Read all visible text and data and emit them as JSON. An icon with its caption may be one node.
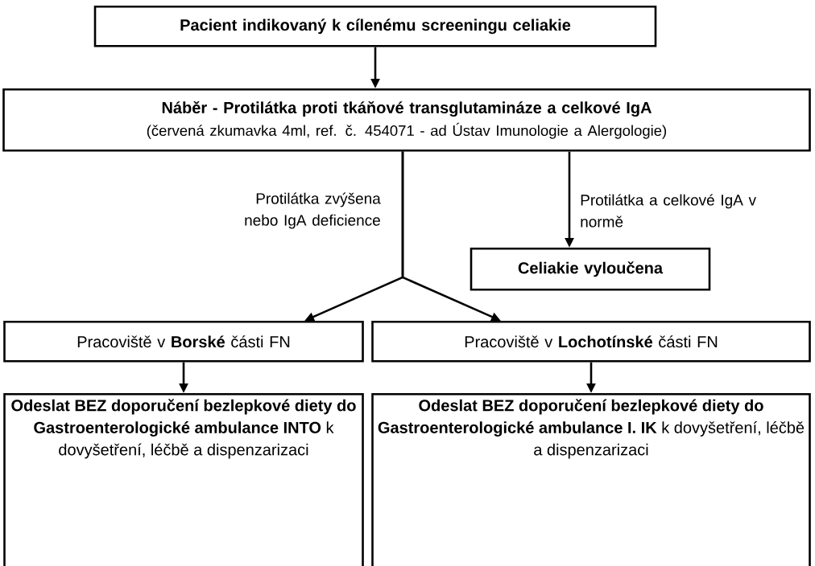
{
  "diagram": {
    "nodes": [
      {
        "text": [
          "Pacient indikovaný k cílenému screeningu celiakie"
        ]
      },
      {
        "text": [
          "Náběr - Protilátka proti tkáňové transglutamináze a celkové IgA",
          "(červená zkumavka 4ml, ref. č. 454071 - ad Ústav Imunologie a Alergologie)"
        ]
      },
      {
        "text": [
          "Celiakie vyloučena"
        ]
      },
      {
        "text": [
          "Pracoviště v **Borské** části FN"
        ]
      },
      {
        "text": [
          "Pracoviště v **Lochotínské** části FN"
        ]
      },
      {
        "text": [
          "**Odeslat BEZ doporučení bezlepkové diety do Gastroenterologické ambulance INTO** k dovyšetření, léčbě a dispenzarizaci"
        ]
      },
      {
        "text": [
          "**Odeslat BEZ doporučení bezlepkové diety do Gastroenterologické ambulance I. IK** k dovyšetření, léčbě a dispenzarizaci"
        ]
      }
    ],
    "edges": [
      {
        "from": 0,
        "to": 1,
        "arrow": "to"
      },
      {
        "from": 1,
        "to": 2,
        "arrow": "to",
        "label": "Protilátka a celkové IgA v normě"
      },
      {
        "from": 1,
        "to": 3,
        "arrow": "to",
        "label": "Protilátka zvýšena nebo IgA deficience"
      },
      {
        "from": 1,
        "to": 4,
        "arrow": "to"
      },
      {
        "from": 3,
        "to": 5,
        "arrow": "to"
      },
      {
        "from": 4,
        "to": 6,
        "arrow": "to"
      }
    ]
  }
}
